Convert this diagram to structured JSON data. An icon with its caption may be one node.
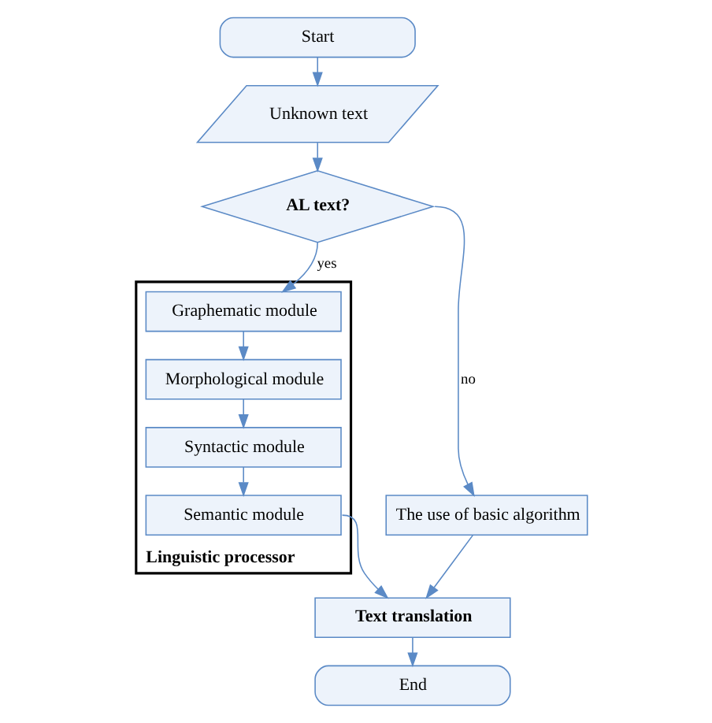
{
  "diagram": {
    "nodes": [
      {
        "text": [
          "Start"
        ]
      },
      {
        "text": [
          "Unknown text"
        ]
      },
      {
        "text": [
          "AL text?"
        ]
      },
      {
        "text": [
          "Linguistic processor"
        ]
      },
      {
        "text": [
          "Graphematic module"
        ],
        "in": 3
      },
      {
        "text": [
          "Morphological module"
        ],
        "in": 3
      },
      {
        "text": [
          "Syntactic module"
        ],
        "in": 3
      },
      {
        "text": [
          "Semantic module"
        ],
        "in": 3
      },
      {
        "text": [
          "The use of basic algorithm"
        ]
      },
      {
        "text": [
          "Text translation"
        ]
      },
      {
        "text": [
          "End"
        ]
      }
    ],
    "edges": [
      {
        "from": 0,
        "to": 1,
        "arrow": "to"
      },
      {
        "from": 1,
        "to": 2,
        "arrow": "to"
      },
      {
        "from": 2,
        "to": 4,
        "arrow": "to",
        "label": "yes"
      },
      {
        "from": 2,
        "to": 8,
        "arrow": "to",
        "label": "no"
      },
      {
        "from": 4,
        "to": 5,
        "arrow": "to"
      },
      {
        "from": 5,
        "to": 6,
        "arrow": "to"
      },
      {
        "from": 6,
        "to": 7,
        "arrow": "to"
      },
      {
        "from": 7,
        "to": 9,
        "arrow": "to"
      },
      {
        "from": 8,
        "to": 9,
        "arrow": "to"
      },
      {
        "from": 9,
        "to": 10,
        "arrow": "to"
      }
    ]
  }
}
